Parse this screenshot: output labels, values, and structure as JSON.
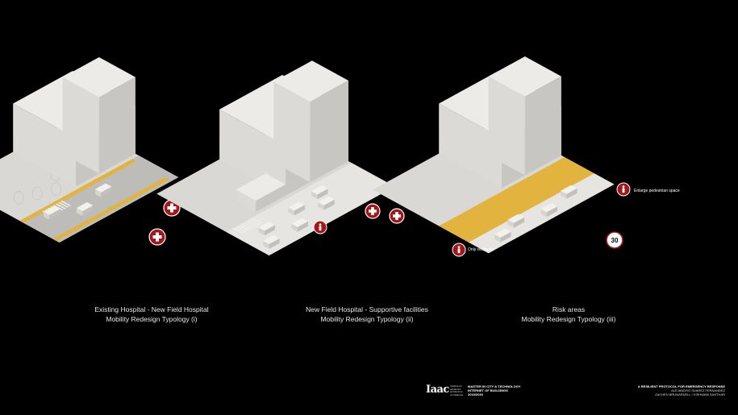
{
  "panels": [
    {
      "title": "Existing Hospital - New Field Hospital",
      "subtitle": "Mobility Redesign Typology (i)"
    },
    {
      "title": "New Field Hospital - Supportive facilities",
      "subtitle": "Mobility Redesign Typology (ii)"
    },
    {
      "title": "Risk areas",
      "subtitle": "Mobility Redesign Typology (iii)"
    }
  ],
  "tags": {
    "only_residents": "Only residents",
    "enlarge_pedestrian": "Enlarge pedestrian space",
    "speed_limit": "30"
  },
  "footer": {
    "logo": "Iaac",
    "institute_lines": [
      "Institute for",
      "advanced",
      "architecture",
      "of Catalonia"
    ],
    "program_title": "MASTER IN CITY & TECHNOLOGY",
    "program_subtitle": "INTERNET OF BUILDINGS",
    "program_year": "2019/2020",
    "project_title": "A RESILIENT PROTOCOL FOR EMERGENCY RESPONSE",
    "author_line1": "ALEJANDRO SUAREZ FERNANDEZ",
    "author_line2": "ZACHEN BRUNARDELL / VISHWAM SANTHAR"
  },
  "colors": {
    "background": "#000000",
    "building_top": "#ecebe8",
    "building_left": "#dcdad6",
    "building_right": "#c8c6c2",
    "ground": "#d9d8d4",
    "road": "#bdbcb8",
    "yellow": "#e2b33d",
    "red": "#a3171b"
  }
}
